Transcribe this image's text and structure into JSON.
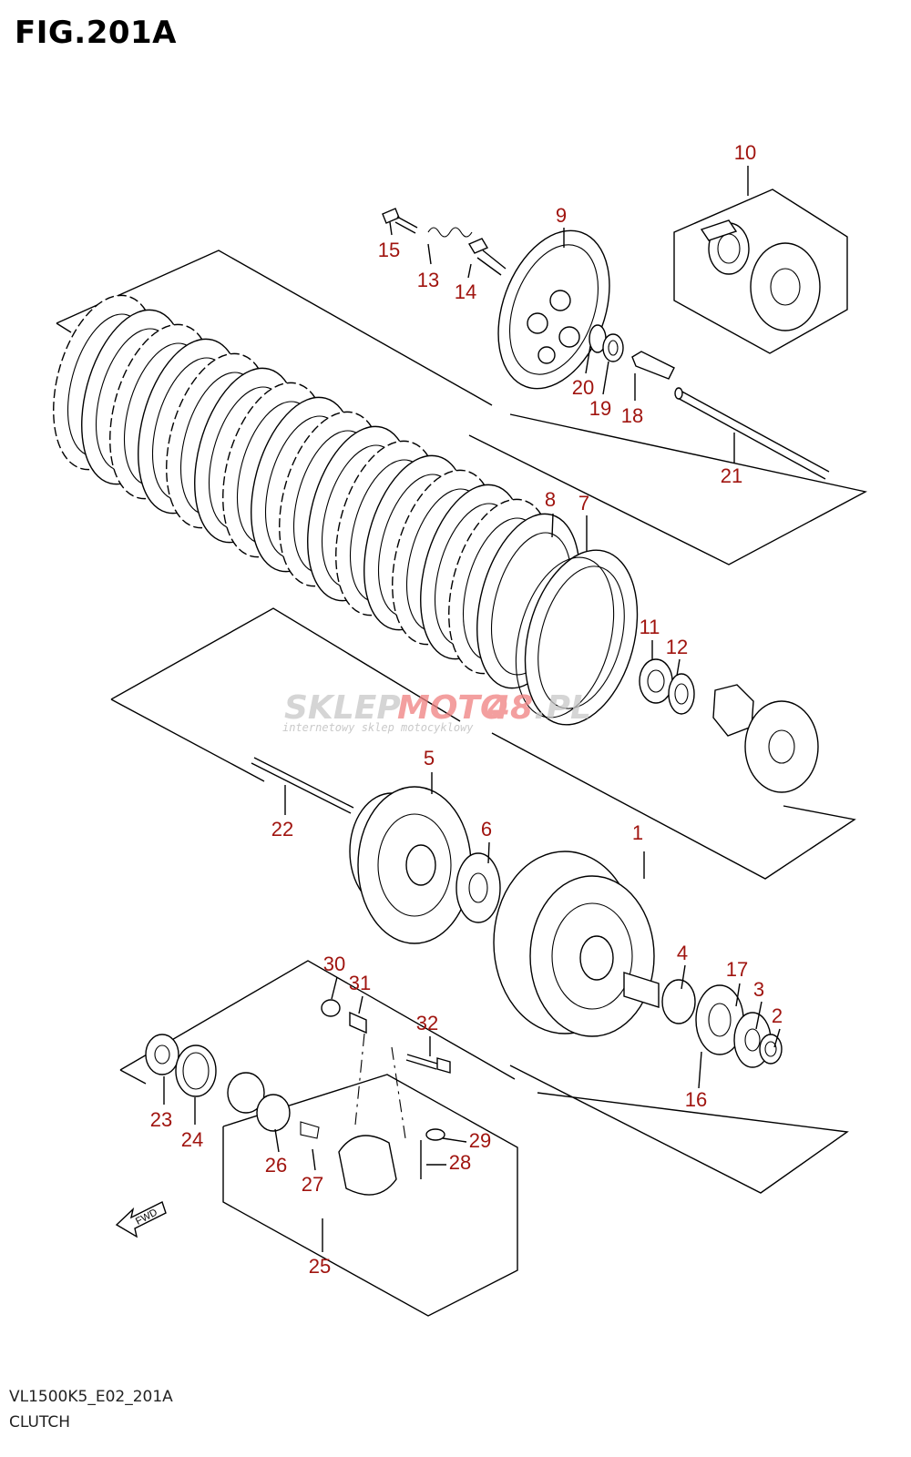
{
  "figure": {
    "title": "FIG.201A"
  },
  "footer": {
    "code": "VL1500K5_E02_201A",
    "name": "CLUTCH"
  },
  "fwd_marker": {
    "text": "FWD"
  },
  "watermark": {
    "brand_a": "SKLEP",
    "brand_b": "MOTO",
    "brand_c": "48",
    "brand_d": ".PL",
    "tagline": "internetowy sklep motocyklowy",
    "colors": {
      "grey": "#c8c8c8",
      "red": "#f08080"
    }
  },
  "label_color": "#a0140f",
  "parts": [
    {
      "label": "1"
    },
    {
      "label": "2"
    },
    {
      "label": "3"
    },
    {
      "label": "4"
    },
    {
      "label": "5"
    },
    {
      "label": "6"
    },
    {
      "label": "7"
    },
    {
      "label": "8"
    },
    {
      "label": "9"
    },
    {
      "label": "10"
    },
    {
      "label": "11"
    },
    {
      "label": "12"
    },
    {
      "label": "13"
    },
    {
      "label": "14"
    },
    {
      "label": "15"
    },
    {
      "label": "16"
    },
    {
      "label": "17"
    },
    {
      "label": "18"
    },
    {
      "label": "19"
    },
    {
      "label": "20"
    },
    {
      "label": "21"
    },
    {
      "label": "22"
    },
    {
      "label": "23"
    },
    {
      "label": "24"
    },
    {
      "label": "25"
    },
    {
      "label": "26"
    },
    {
      "label": "27"
    },
    {
      "label": "28"
    },
    {
      "label": "29"
    },
    {
      "label": "30"
    },
    {
      "label": "31"
    },
    {
      "label": "32"
    }
  ]
}
